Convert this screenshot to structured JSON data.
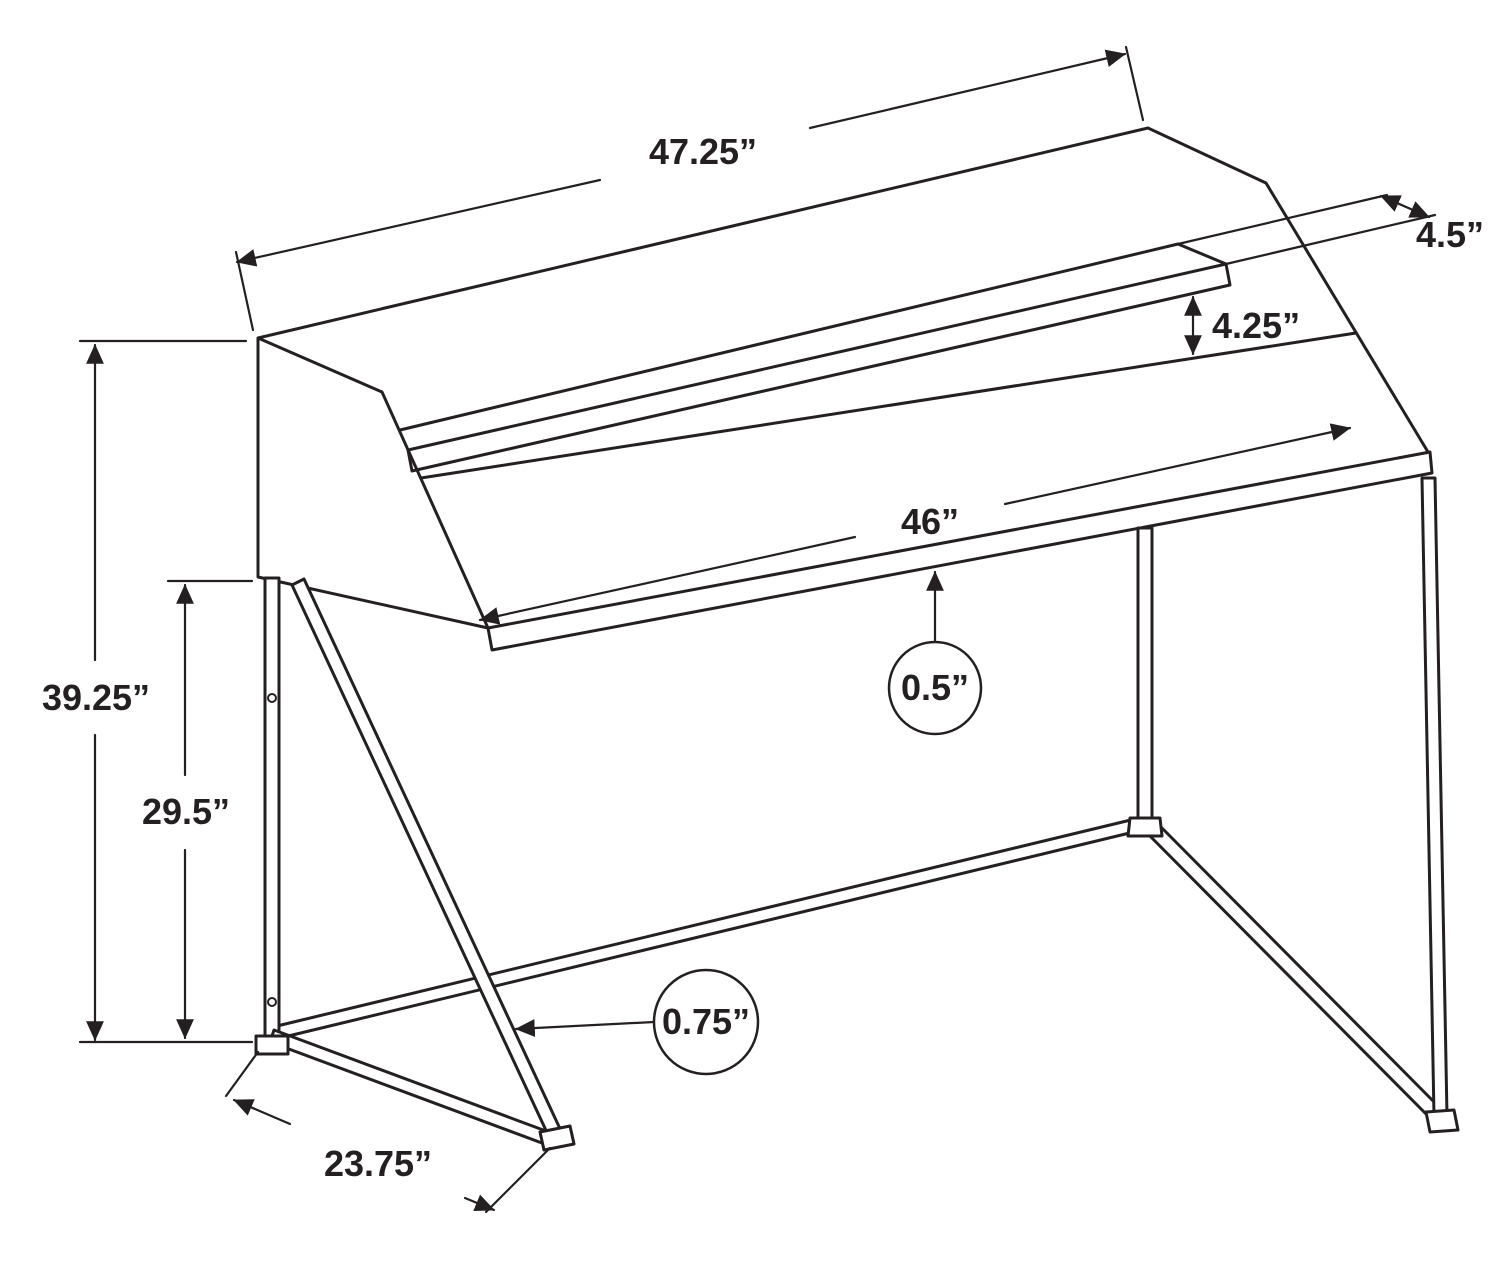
{
  "diagram": {
    "subject": "writing desk with hutch shelf - dimension drawing",
    "units": "inches",
    "colors": {
      "line": "#242021",
      "background": "#ffffff"
    },
    "dimensions": {
      "overall_width": {
        "label": "47.25”",
        "value": 47.25
      },
      "shelf_depth": {
        "label": "4.5”",
        "value": 4.5
      },
      "shelf_opening": {
        "label": "4.25”",
        "value": 4.25
      },
      "overall_height": {
        "label": "39.25”",
        "value": 39.25
      },
      "desktop_height": {
        "label": "29.5”",
        "value": 29.5
      },
      "desktop_width": {
        "label": "46”",
        "value": 46
      },
      "desktop_thickness": {
        "label": "0.5”",
        "value": 0.5
      },
      "frame_tube": {
        "label": "0.75”",
        "value": 0.75
      },
      "overall_depth": {
        "label": "23.75”",
        "value": 23.75
      }
    }
  }
}
